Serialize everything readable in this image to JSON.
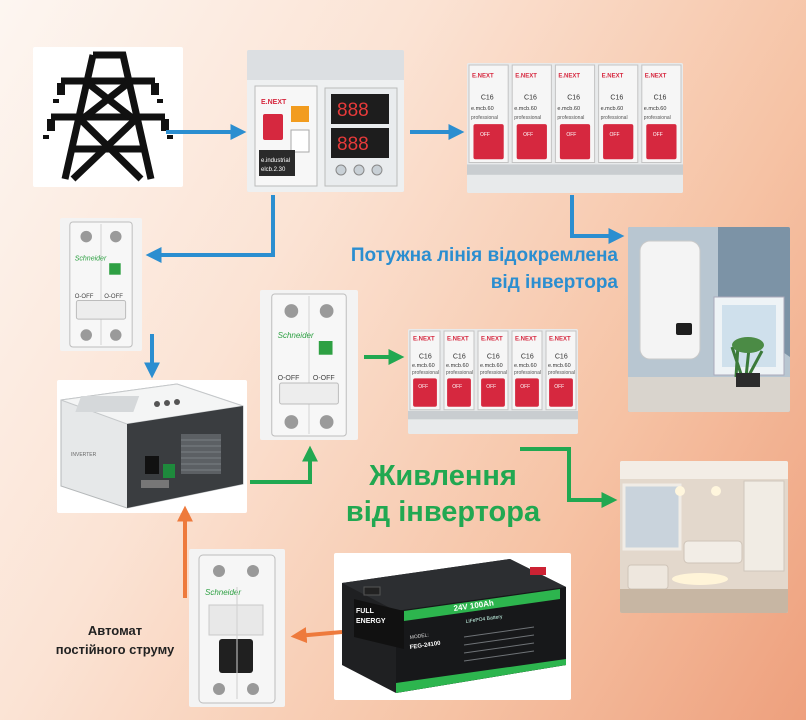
{
  "labels": {
    "power_line": [
      "Потужна лінія відокремлена",
      "від інвертора"
    ],
    "inverter_power": [
      "Живлення",
      "від інвертора"
    ],
    "dc_breaker": [
      "Автомат",
      "постійного струму"
    ]
  },
  "device_text": {
    "enext": "E.NEXT",
    "rcbo_top": "E.NEXT",
    "rcbo_model": "e.industrial",
    "rcbo_sub": "elcb.2.30",
    "breaker_rating": "C16",
    "breaker_model": "e.mcb.60",
    "breaker_grade": "professional",
    "off": "OFF",
    "relay_value": "888",
    "schneider": "Schneider",
    "schneider_off": "O-OFF",
    "battery_brand_1": "FULL",
    "battery_brand_2": "ENERGY",
    "battery_spec": "24V 100Ah",
    "battery_chem": "LiFePO4 Battery",
    "battery_model_label": "MODEL:",
    "battery_model": "FEG-24100"
  },
  "colors": {
    "blue": "#2b8ed0",
    "green": "#21a851",
    "orange": "#ee7a3c",
    "breaker_red": "#d6283f"
  }
}
